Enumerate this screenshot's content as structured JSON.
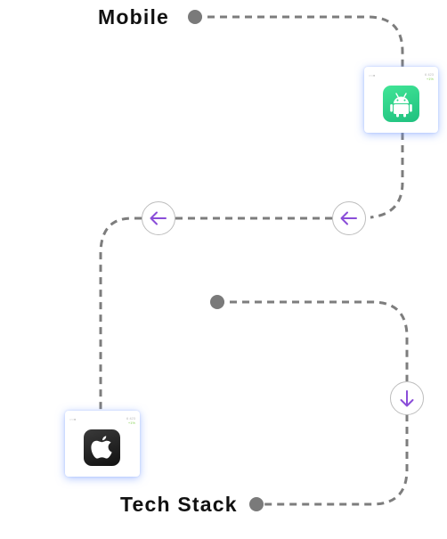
{
  "labels": {
    "mobile": "Mobile",
    "tech_stack": "Tech Stack"
  },
  "cards": {
    "android": {
      "status_left": "○○●",
      "status_right_value": "6 423",
      "status_right_delta": "+1%",
      "icon": "android-icon"
    },
    "ios": {
      "status_left": "○○●",
      "status_right_value": "6 423",
      "status_right_delta": "+1%",
      "icon": "apple-icon"
    }
  },
  "arrows": [
    {
      "direction": "left",
      "icon": "arrow-left-icon"
    },
    {
      "direction": "left",
      "icon": "arrow-left-icon"
    },
    {
      "direction": "down",
      "icon": "arrow-down-icon"
    }
  ],
  "colors": {
    "path": "#7d7d7d",
    "dot": "#7a7a7a",
    "arrow": "#8a4dd8",
    "arrow_ring": "#bdbdbd",
    "card_glow": "#6e96ff",
    "android_green": "#2ad187",
    "apple_dark": "#1e1e1e"
  }
}
